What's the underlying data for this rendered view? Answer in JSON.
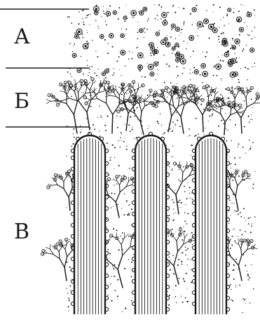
{
  "labels": {
    "a": "А",
    "b": "Б",
    "v": "В"
  },
  "colors": {
    "ink": "#1a1a1a",
    "paper": "#ffffff"
  }
}
